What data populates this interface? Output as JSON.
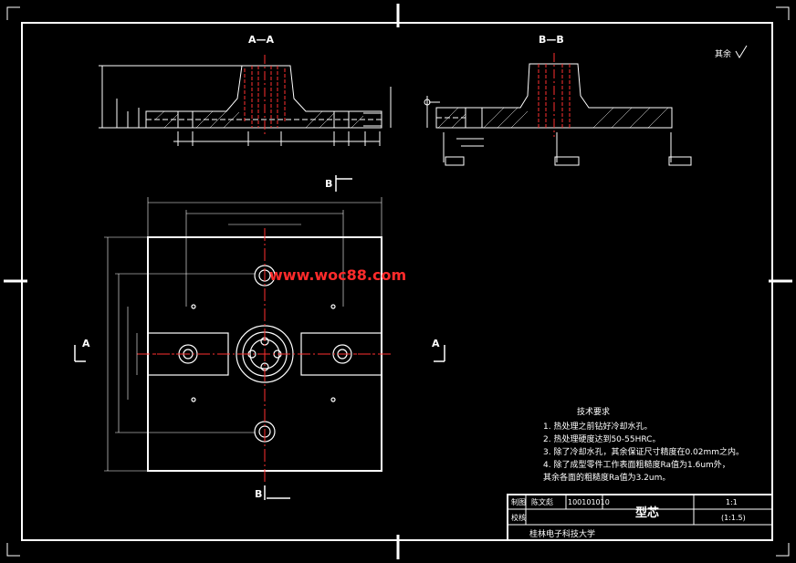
{
  "views": {
    "section_aa_label": "A—A",
    "section_bb_label": "B—B",
    "cut_a_left": "A",
    "cut_a_right": "A",
    "cut_b_top": "B",
    "cut_b_bottom": "B",
    "roughness_note": "其余"
  },
  "watermark": "www.woc88.com",
  "notes": {
    "title": "技术要求",
    "items": [
      "1. 热处理之前钻好冷却水孔。",
      "2. 热处理硬度达到50-55HRC。",
      "3. 除了冷却水孔，其余保证尺寸精度在0.02mm之内。",
      "4. 除了成型零件工作表面粗糙度Ra值为1.6um外，",
      "   其余各面的粗糙度Ra值为3.2um。"
    ]
  },
  "title_block": {
    "part_name": "型芯",
    "drawn_label": "制图",
    "designer": "陈文彪",
    "student_no": "100101010",
    "scale": "1:1",
    "sheet": "(1:1.5)",
    "check_label": "校核",
    "school": "桂林电子科技大学"
  },
  "colors": {
    "background": "#000000",
    "line": "#ffffff",
    "hidden_line": "#ff3030",
    "center_line": "#ff3030",
    "watermark": "#ff2b2b"
  }
}
